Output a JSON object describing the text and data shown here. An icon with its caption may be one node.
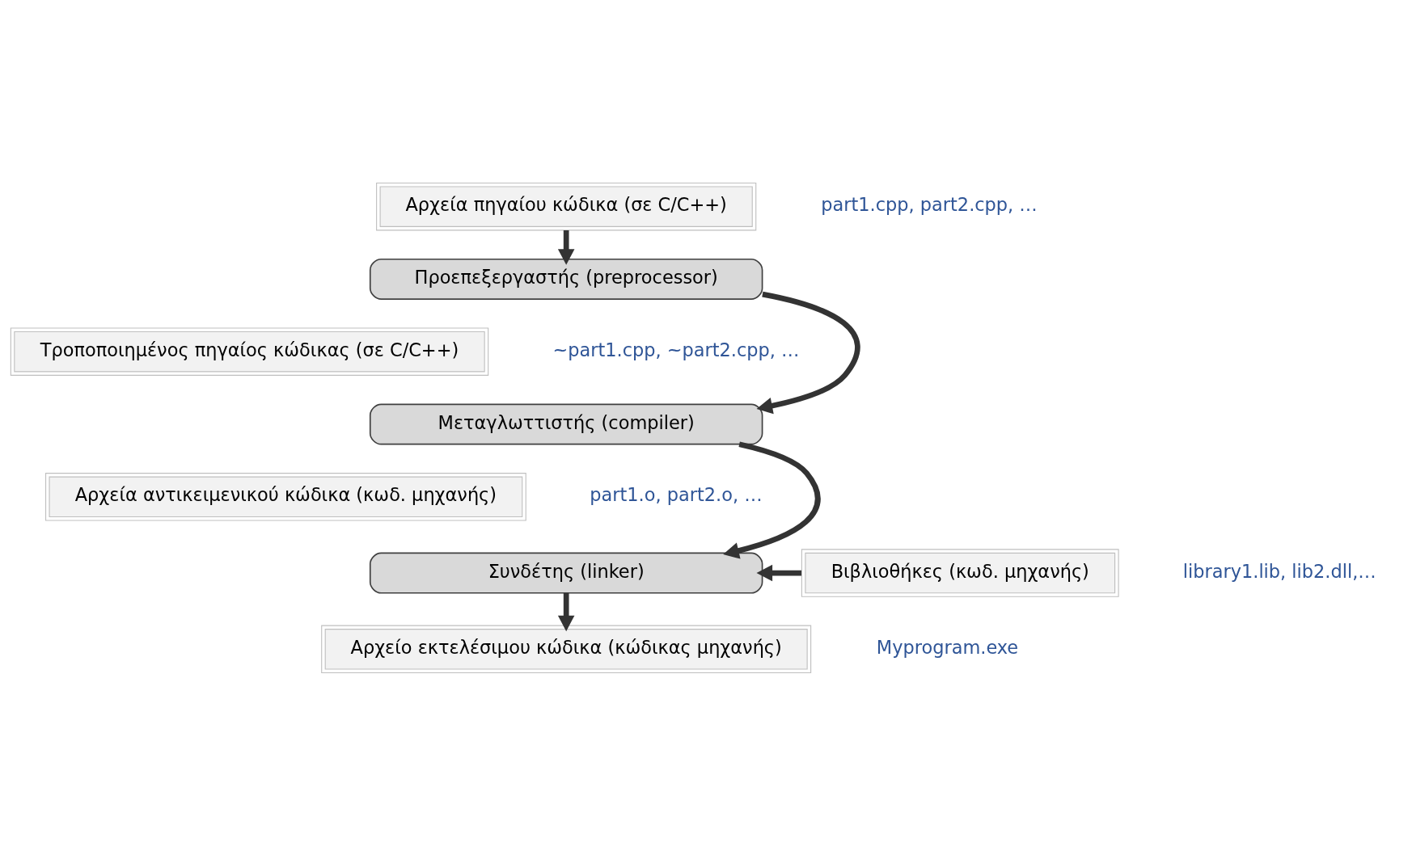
{
  "diagram": {
    "nodes": [
      {
        "text": [
          "Αρχεία πηγαίου κώδικα (σε C/C++)"
        ],
        "beside": [
          "part1.cpp, part2.cpp, …"
        ]
      },
      {
        "text": [
          "Προεπεξεργαστής (preprocessor)"
        ]
      },
      {
        "text": [
          "Τροποποιημένος πηγαίος κώδικας (σε C/C++)"
        ],
        "beside": [
          "~part1.cpp, ~part2.cpp, …"
        ]
      },
      {
        "text": [
          "Μεταγλωττιστής (compiler)"
        ]
      },
      {
        "text": [
          "Αρχεία αντικειμενικού κώδικα (κωδ. μηχανής)"
        ],
        "beside": [
          "part1.o, part2.o, …"
        ]
      },
      {
        "text": [
          "Συνδέτης (linker)"
        ]
      },
      {
        "text": [
          "Βιβλιοθήκες (κωδ. μηχανής)"
        ],
        "beside": [
          "library1.lib, lib2.dll,…"
        ]
      },
      {
        "text": [
          "Αρχείο εκτελέσιμου κώδικα (κώδικας μηχανής)"
        ],
        "beside": [
          "Myprogram.exe"
        ]
      }
    ],
    "edges": [
      {
        "from": 0,
        "to": 1,
        "arrow": "to"
      },
      {
        "from": 1,
        "to": 3,
        "arrow": "to"
      },
      {
        "from": 3,
        "to": 5,
        "arrow": "to"
      },
      {
        "from": 6,
        "to": 5,
        "arrow": "to"
      },
      {
        "from": 5,
        "to": 7,
        "arrow": "to"
      }
    ]
  }
}
